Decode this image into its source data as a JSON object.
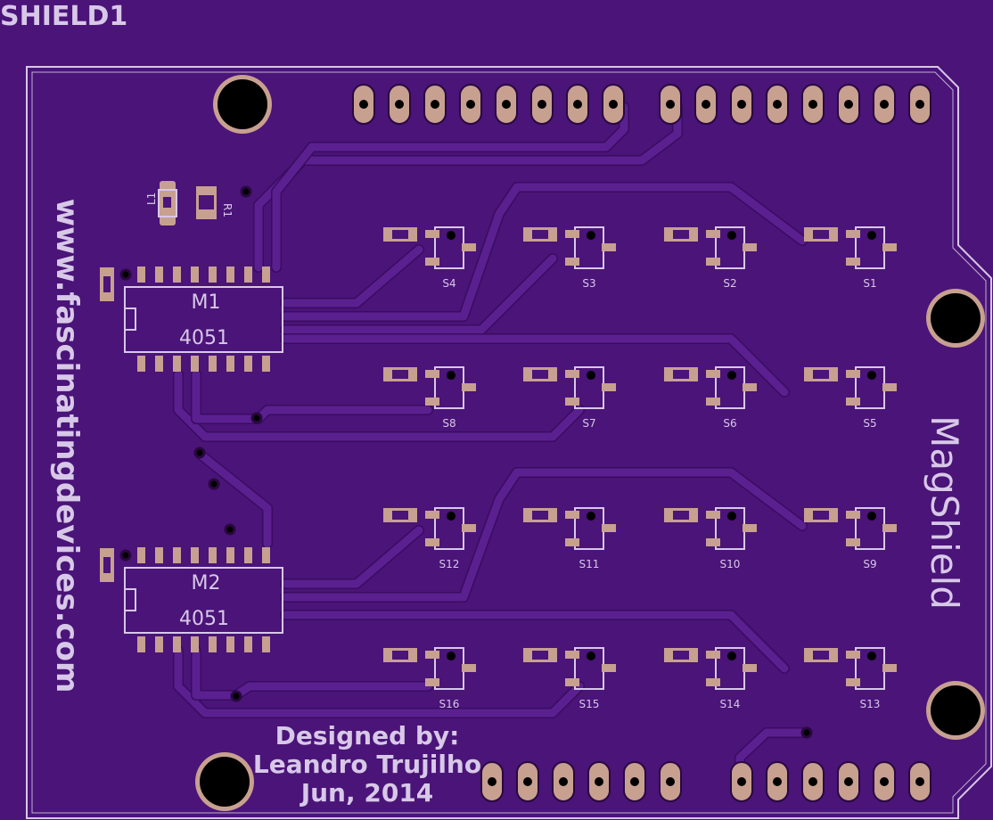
{
  "board": {
    "name": "SHIELD1",
    "title": "MagShield",
    "url": "www.fascinatingdevices.com",
    "credit_line1": "Designed by:",
    "credit_line2": "Leandro Trujilho",
    "credit_line3": "Jun, 2014"
  },
  "colors": {
    "board": "#4a1478",
    "silkscreen": "#d8c8e8",
    "copper_pad": "#c8a090",
    "trace": "#5a2090"
  },
  "parts": {
    "l1": "L1",
    "r1": "R1",
    "m1_ref": "M1",
    "m1_value": "4051",
    "m2_ref": "M2",
    "m2_value": "4051"
  },
  "sensors": {
    "row1": [
      "S4",
      "S3",
      "S2",
      "S1"
    ],
    "row2": [
      "S8",
      "S7",
      "S6",
      "S5"
    ],
    "row3": [
      "S12",
      "S11",
      "S10",
      "S9"
    ],
    "row4": [
      "S16",
      "S15",
      "S14",
      "S13"
    ]
  }
}
